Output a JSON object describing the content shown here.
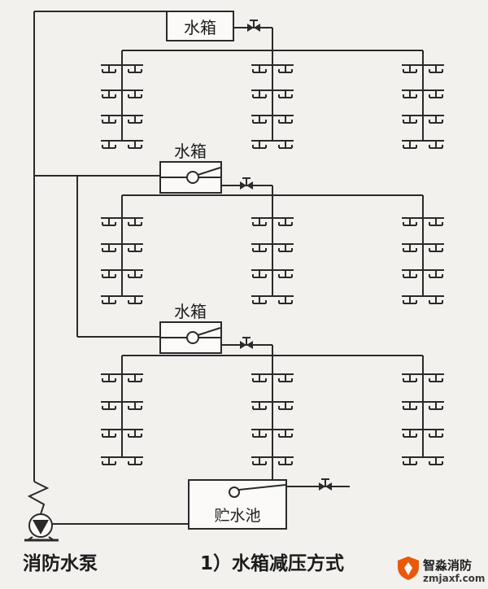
{
  "diagram": {
    "line_color": "#2a2a2a",
    "background": "#f2f1ee",
    "tanks": [
      {
        "label": "水箱"
      },
      {
        "label": "水箱"
      },
      {
        "label": "水箱"
      }
    ],
    "pool_label": "贮水池",
    "pump_label": "消防水泵",
    "caption": "1）水箱减压方式",
    "zones": 3,
    "columns_per_zone": 3,
    "sprinkler_rows_per_zone": 4
  },
  "watermark": {
    "brand": "智淼消防",
    "site": "zmjaxf.com",
    "accent_color": "#e8590c"
  },
  "icons": {
    "sprinkler": "sprinkler-icon",
    "valve": "valve-icon",
    "pump": "pump-icon",
    "float_valve": "float-valve-icon",
    "flex_joint": "flex-joint-icon",
    "logo": "zhimiao-logo-icon"
  }
}
